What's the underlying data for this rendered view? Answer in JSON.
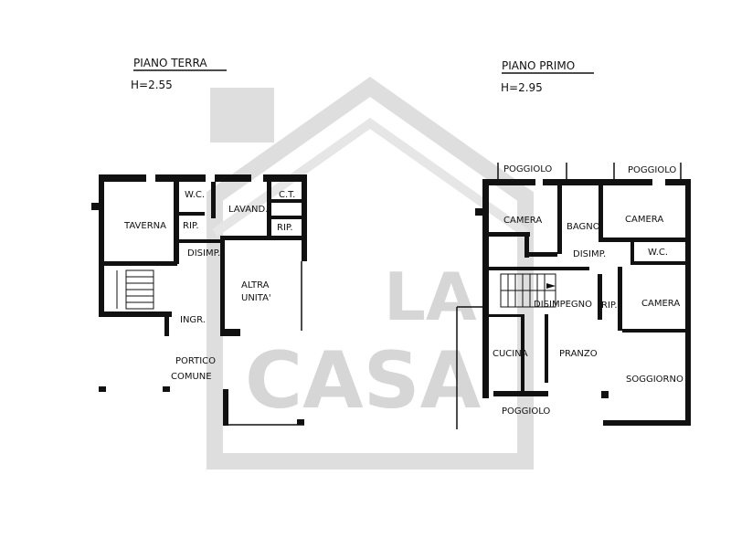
{
  "watermark": {
    "line1": "LA",
    "line2": "CASA"
  },
  "ground_floor": {
    "title": "PIANO TERRA",
    "height": "H=2.55",
    "rooms": {
      "taverna": "TAVERNA",
      "wc": "W.C.",
      "rip1": "RIP.",
      "lavand": "LAVAND.",
      "ct": "C.T.",
      "rip2": "RIP.",
      "disimp": "DISIMP.",
      "altra1": "ALTRA",
      "altra2": "UNITA'",
      "ingr": "INGR.",
      "portico1": "PORTICO",
      "portico2": "COMUNE"
    }
  },
  "first_floor": {
    "title": "PIANO PRIMO",
    "height": "H=2.95",
    "rooms": {
      "poggiolo_tl": "POGGIOLO",
      "poggiolo_tr": "POGGIOLO",
      "camera1": "CAMERA",
      "bagno": "BAGNO",
      "camera2": "CAMERA",
      "disimp": "DISIMP.",
      "wc": "W.C.",
      "disimpegno": "DISIMPEGNO",
      "rip": "RIP.",
      "camera3": "CAMERA",
      "cucina": "CUCINA",
      "pranzo": "PRANZO",
      "soggiorno": "SOGGIORNO",
      "poggiolo_b": "POGGIOLO"
    }
  }
}
